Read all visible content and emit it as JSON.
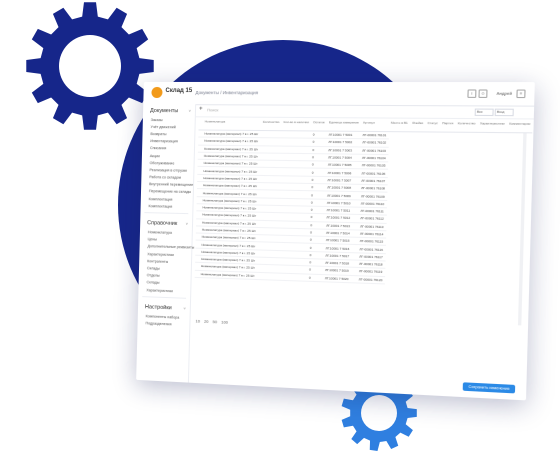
{
  "app": {
    "logo_text": "Склад 15",
    "breadcrumb": "Документы / Инвентаризация",
    "user_name": "Андрей"
  },
  "sidebar": {
    "sections": [
      {
        "title": "Документы",
        "items": [
          "Заказы",
          "Учёт движений",
          "Возвраты",
          "Инвентаризация",
          "Списания",
          "Акции",
          "Обслуживание",
          "Реализация в отгрузке",
          "Работа со складом",
          "Внутренний перемещение",
          "Перемещение на склады",
          "Комплектация",
          "Комплектация"
        ]
      },
      {
        "title": "Справочник",
        "items": [
          "Номенклатура",
          "Цены",
          "Дополнительные реквизиты",
          "Характеристики",
          "Контрагенты",
          "Склады",
          "Отделы",
          "Склады",
          "Характеристики"
        ]
      },
      {
        "title": "Настройки",
        "items": [
          "Компоненты набора",
          "Подразделения"
        ]
      }
    ]
  },
  "toolbar": {
    "search_placeholder": "Поиск",
    "filter1": "Все",
    "filter2": "Вход"
  },
  "table": {
    "headers": [
      "Номенклатура",
      "Количество",
      "Кол-во в наличии",
      "Остаток",
      "Единица измерения",
      "Артикул",
      "Место в В1",
      "Ячейки",
      "Статус",
      "Партия",
      "Количество",
      "Характеристики",
      "Комментарии"
    ],
    "rows": [
      [
        "Номенклатура (материал) 7 в г. 25 Шт",
        "",
        "",
        "0",
        "ЛГ.10001 7 5001",
        "ЛГ-00001 76101"
      ],
      [
        "Номенклатура (материал) 7 в г. 25 Шт",
        "",
        "",
        "0",
        "ЛГ.10001 7 5002",
        "ЛГ-00001 76102"
      ],
      [
        "Номенклатура (материал) 7 в г. 25 Шт",
        "",
        "",
        "0",
        "ЛГ.10001 7 5003",
        "ЛГ-00001 76103"
      ],
      [
        "Номенклатура (материал) 7 в г. 25 Шт",
        "",
        "",
        "0",
        "ЛГ.10001 7 5004",
        "ЛГ-00001 76104"
      ],
      [
        "Номенклатура (материал) 7 в г. 25 Шт",
        "",
        "",
        "0",
        "ЛГ.10001 7 5005",
        "ЛГ-00001 76105"
      ],
      [
        "Номенклатура (материал) 7 в г. 25 Шт",
        "",
        "",
        "0",
        "ЛГ.10001 7 5006",
        "ЛГ-00001 76106"
      ],
      [
        "Номенклатура (материал) 7 в г. 25 Шт",
        "",
        "",
        "0",
        "ЛГ.10001 7 5007",
        "ЛГ-00001 76107"
      ],
      [
        "Номенклатура (материал) 7 в г. 25 Шт",
        "",
        "",
        "0",
        "ЛГ.10001 7 5008",
        "ЛГ-00001 76108"
      ],
      [
        "Номенклатура (материал) 7 в г. 25 Шт",
        "",
        "",
        "0",
        "ЛГ.10001 7 5009",
        "ЛГ-00001 76109"
      ],
      [
        "Номенклатура (материал) 7 в г. 25 Шт",
        "",
        "",
        "0",
        "ЛГ.10001 7 5010",
        "ЛГ-00001 76110"
      ],
      [
        "Номенклатура (материал) 7 в г. 25 Шт",
        "",
        "",
        "0",
        "ЛГ.10001 7 5011",
        "ЛГ-00001 76111"
      ],
      [
        "Номенклатура (материал) 7 в г. 25 Шт",
        "",
        "",
        "0",
        "ЛГ.10001 7 5012",
        "ЛГ-00001 76112"
      ],
      [
        "Номенклатура (материал) 7 в г. 25 Шт",
        "",
        "",
        "0",
        "ЛГ.10001 7 5013",
        "ЛГ-00001 76113"
      ],
      [
        "Номенклатура (материал) 7 в г. 25 Шт",
        "",
        "",
        "0",
        "ЛГ.10001 7 5014",
        "ЛГ-00001 76114"
      ],
      [
        "Номенклатура (материал) 7 в г. 25 Шт",
        "",
        "",
        "0",
        "ЛГ.10001 7 5015",
        "ЛГ-00001 76115"
      ],
      [
        "Номенклатура (материал) 7 в г. 25 Шт",
        "",
        "",
        "0",
        "ЛГ.10001 7 5016",
        "ЛГ-00001 76116"
      ],
      [
        "Номенклатура (материал) 7 в г. 25 Шт",
        "",
        "",
        "0",
        "ЛГ.10001 7 5017",
        "ЛГ-00001 76117"
      ],
      [
        "Номенклатура (материал) 7 в г. 25 Шт",
        "",
        "",
        "0",
        "ЛГ.10001 7 5018",
        "ЛГ-00001 76118"
      ],
      [
        "Номенклатура (материал) 7 в г. 25 Шт",
        "",
        "",
        "0",
        "ЛГ.10001 7 5019",
        "ЛГ-00001 76119"
      ],
      [
        "Номенклатура (материал) 7 в г. 25 Шт",
        "",
        "",
        "0",
        "ЛГ.10001 7 5020",
        "ЛГ-00001 76120"
      ]
    ]
  },
  "pager": [
    "10",
    "20",
    "50",
    "100"
  ],
  "save_button": "Сохранить изменения",
  "colors": {
    "blob": "#16268a",
    "gear_dark": "#16268a",
    "gear_bright": "#2f7fe0",
    "accent": "#2b8ae6",
    "logo": "#f29a1a"
  }
}
